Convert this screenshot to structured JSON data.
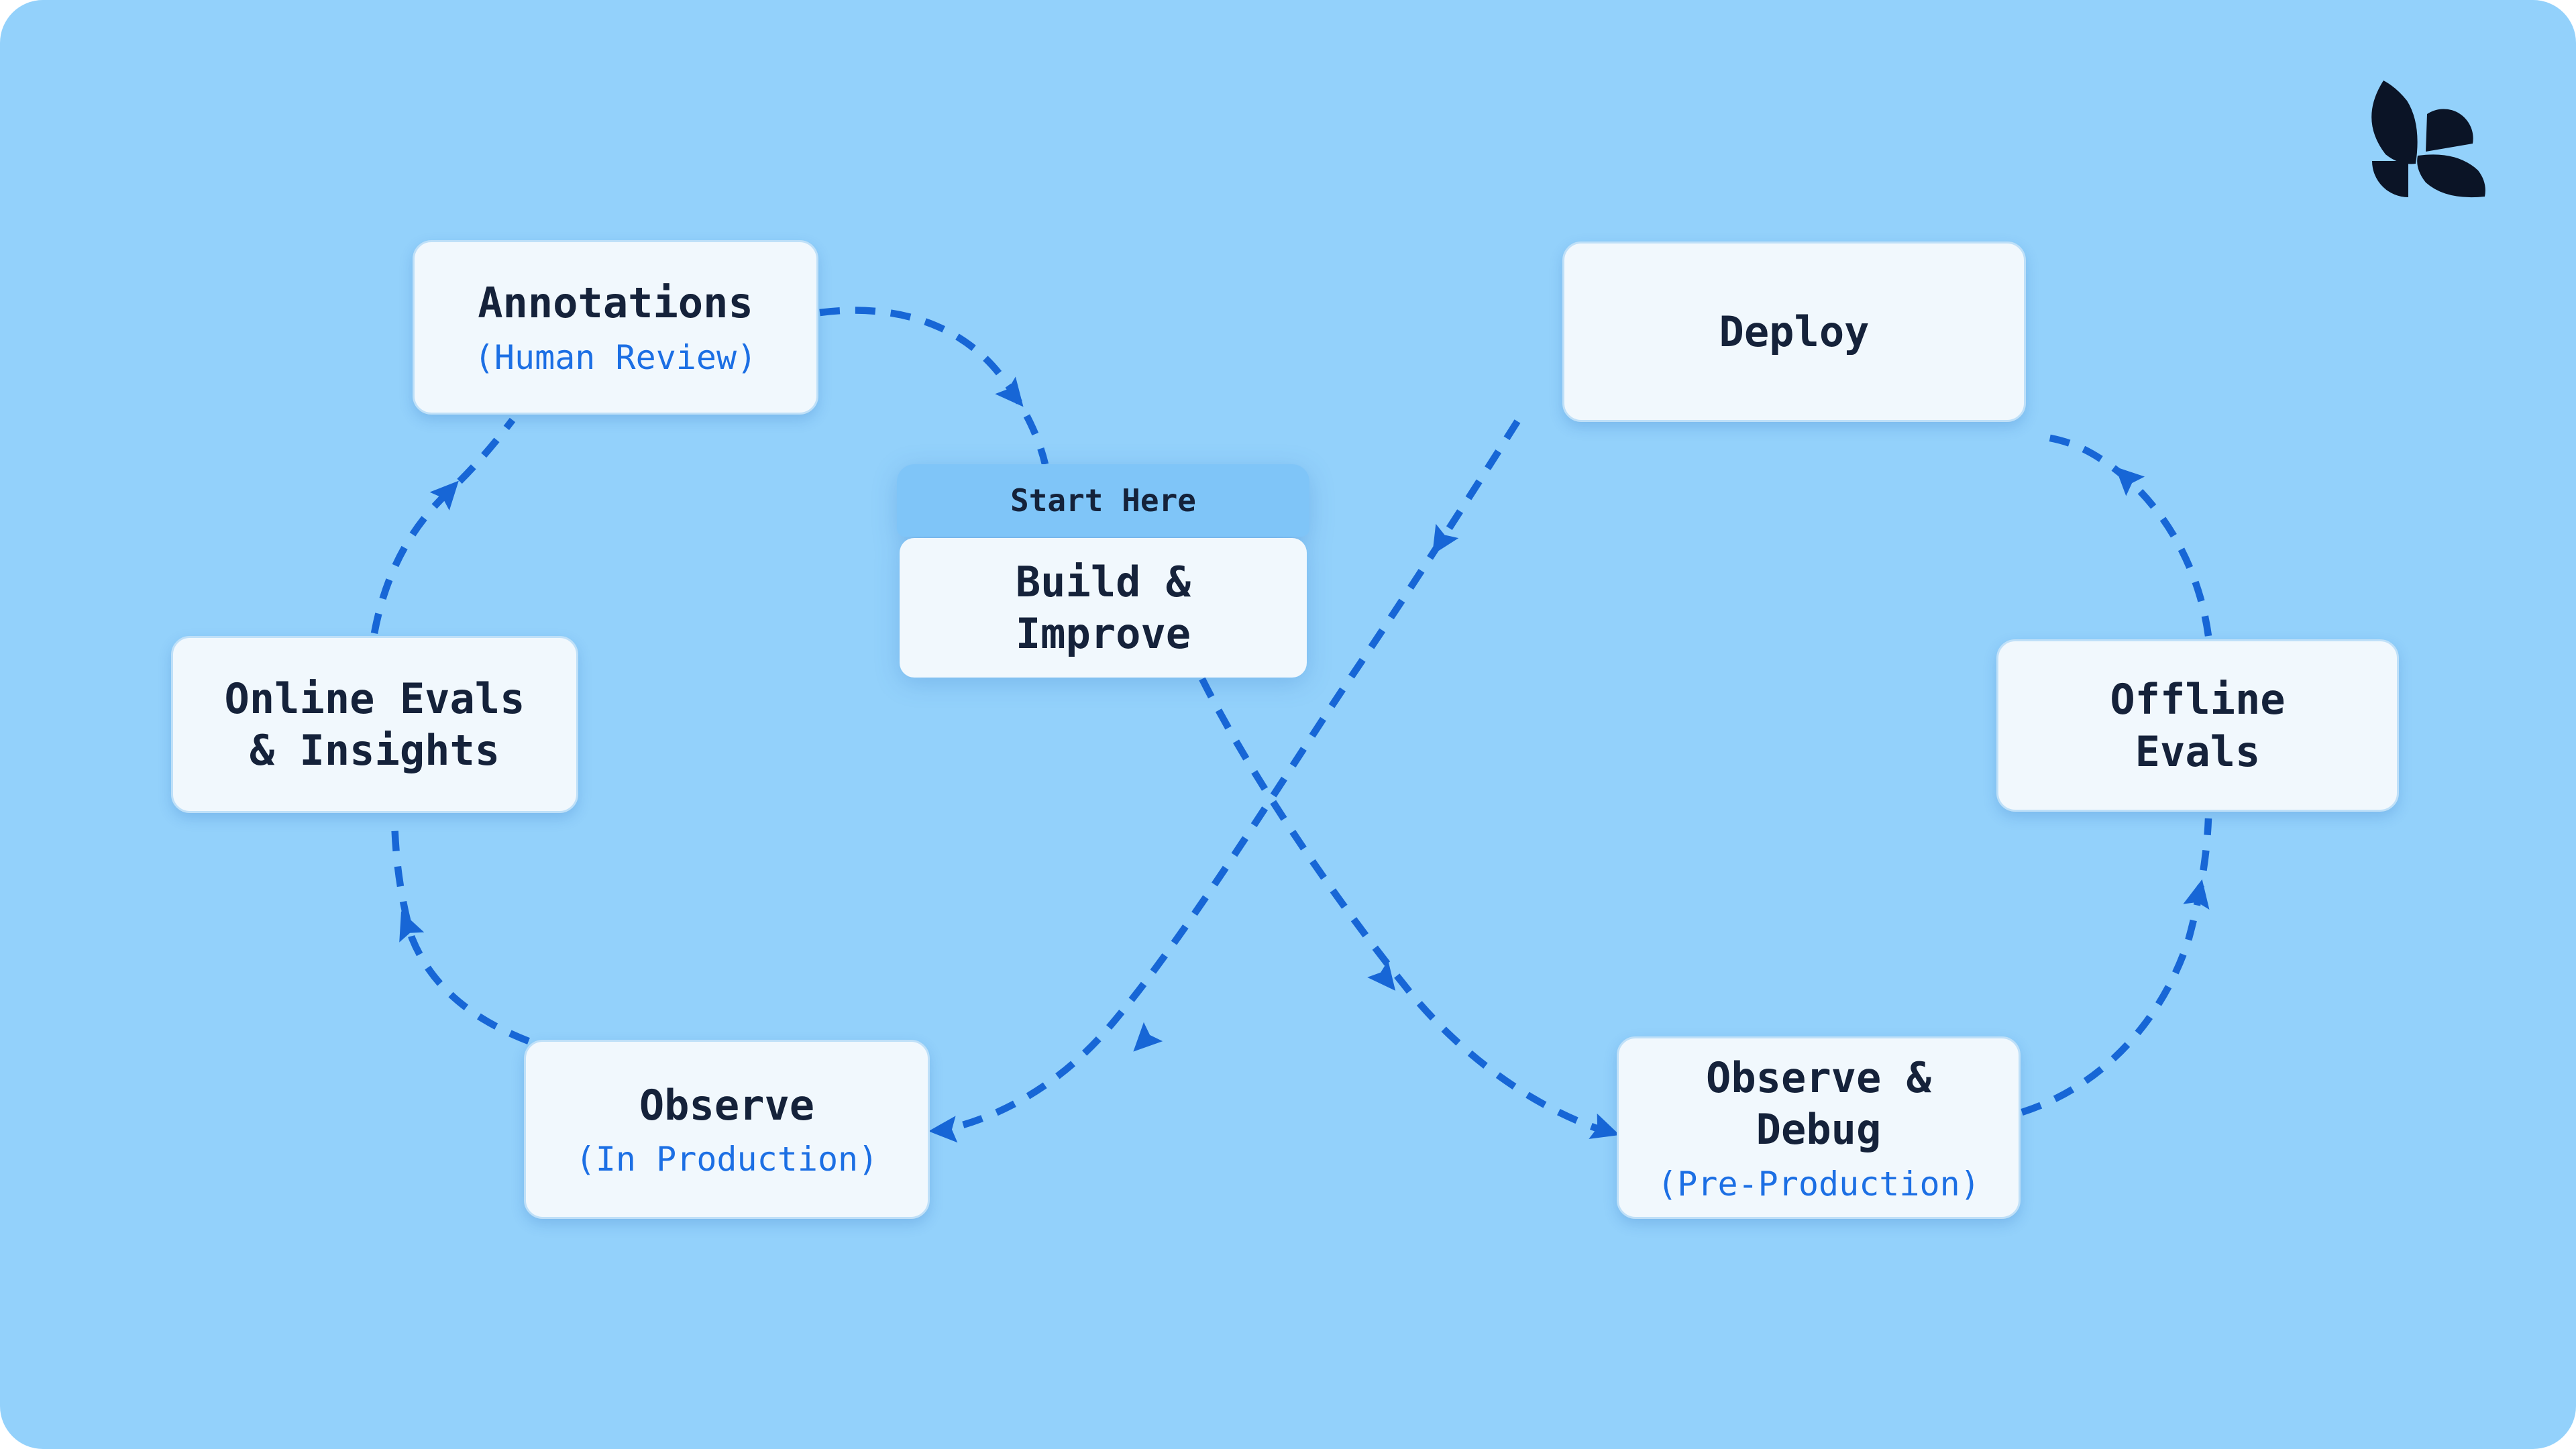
{
  "theme": {
    "background": "#93D1FB",
    "box_fill": "#F1F8FD",
    "box_border": "#BFE0F8",
    "header_fill": "#7FC5F8",
    "title_color": "#15223A",
    "accent_text": "#1C6FE4",
    "arrow_color": "#1766D6",
    "logo_color": "#0B1426"
  },
  "nodes": {
    "annotations": {
      "title": "Annotations",
      "subtitle": "(Human Review)"
    },
    "start": {
      "badge": "Start Here",
      "title": "Build &\nImprove"
    },
    "deploy": {
      "title": "Deploy"
    },
    "online_evals": {
      "title": "Online Evals\n& Insights"
    },
    "offline_evals": {
      "title": "Offline\nEvals"
    },
    "observe_prod": {
      "title": "Observe",
      "subtitle": "(In Production)"
    },
    "observe_debug": {
      "title": "Observe &\nDebug",
      "subtitle": "(Pre-Production)"
    }
  },
  "edges": [
    {
      "from": "annotations",
      "to": "start"
    },
    {
      "from": "start",
      "to": "observe_debug"
    },
    {
      "from": "observe_debug",
      "to": "offline_evals"
    },
    {
      "from": "offline_evals",
      "to": "deploy"
    },
    {
      "from": "deploy",
      "to": "observe_prod"
    },
    {
      "from": "observe_prod",
      "to": "online_evals"
    },
    {
      "from": "online_evals",
      "to": "annotations"
    }
  ],
  "logo": {
    "name": "langsmith-logomark"
  }
}
